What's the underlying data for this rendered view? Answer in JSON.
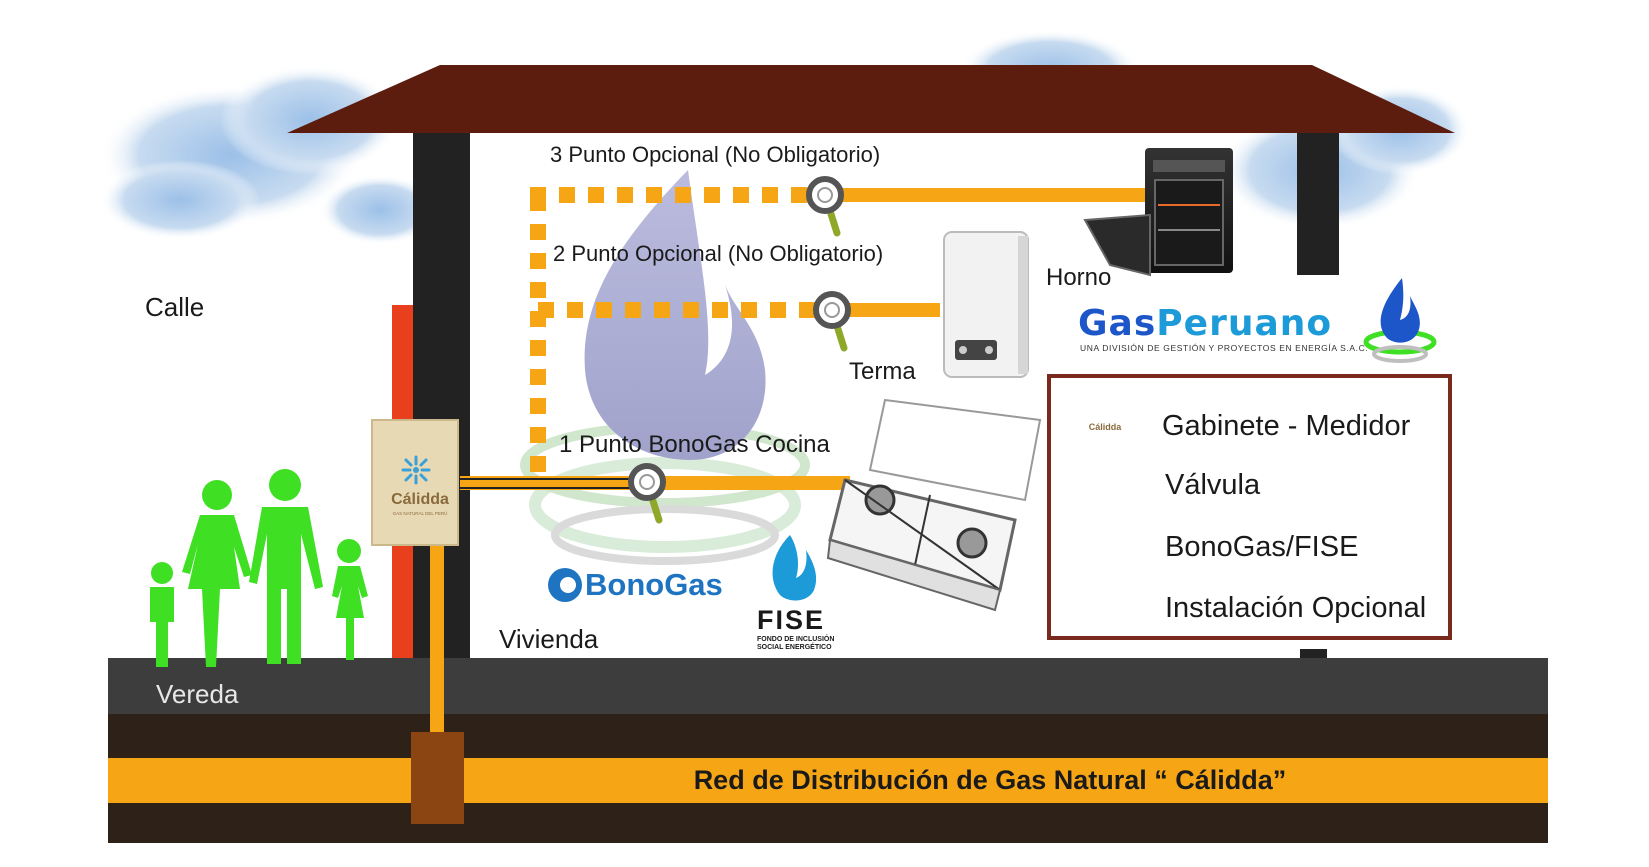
{
  "scene": {
    "street_label": "Calle",
    "sidewalk_label": "Vereda",
    "house_label": "Vivienda",
    "network_label": "Red de Distribución de Gas Natural “ Cálidda”"
  },
  "points": {
    "point3": "3 Punto Opcional (No Obligatorio)",
    "point2": "2 Punto Opcional (No Obligatorio)",
    "point1": "1 Punto BonoGas Cocina"
  },
  "appliances": {
    "oven": "Horno",
    "water_heater": "Terma"
  },
  "cabinet": {
    "brand": "Cálidda",
    "subtitle": "GAS NATURAL DEL PERÚ"
  },
  "logos": {
    "gasperuano_part1": "Gas",
    "gasperuano_part2": "Peruano",
    "gasperuano_sub": "UNA DIVISIÓN DE GESTIÓN Y PROYECTOS EN ENERGÍA S.A.C.",
    "bonogas": "BonoGas",
    "fise": "FISE",
    "fise_sub_line1": "FONDO DE INCLUSIÓN",
    "fise_sub_line2": "SOCIAL ENERGÉTICO"
  },
  "legend": {
    "items": [
      {
        "label": "Gabinete - Medidor",
        "icon": "cabinet-meter-icon"
      },
      {
        "label": "Válvula",
        "icon": "valve-icon"
      },
      {
        "label": "BonoGas/FISE",
        "icon": "solid-pipe-icon"
      },
      {
        "label": "Instalación Opcional",
        "icon": "dashed-pipe-icon"
      }
    ]
  },
  "colors": {
    "pipe": "#f6a514",
    "roof": "#5c1c0e",
    "ground": "#2d2118",
    "sidewalk": "#3d3d3d",
    "family": "#3fe024",
    "flame": "#a8aad0",
    "legend_border": "#7a2a1d"
  }
}
